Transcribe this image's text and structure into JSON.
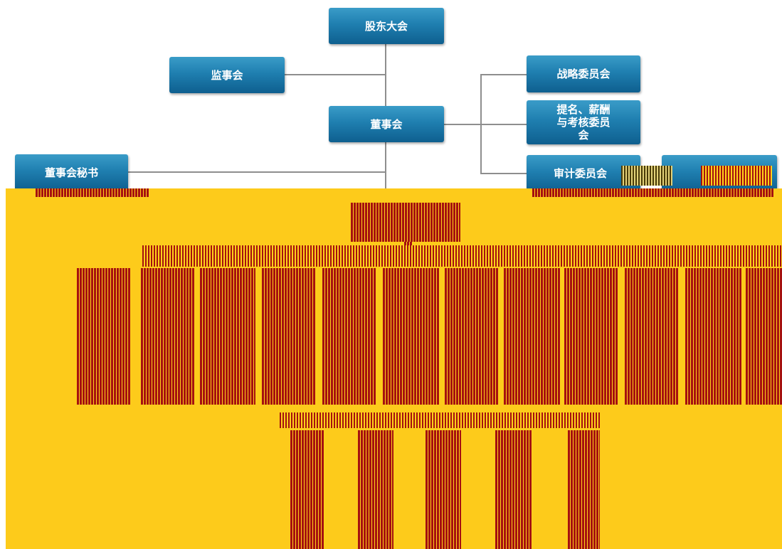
{
  "nodes": {
    "shareholders_meeting": "股东大会",
    "supervisory_board": "监事会",
    "board_of_directors": "董事会",
    "board_secretary": "董事会秘书",
    "strategy_committee": "战略委员会",
    "nomination_committee": "提名、薪酬与考核委员会",
    "audit_committee": "审计委员会"
  },
  "colors": {
    "node_top": "#3a9cc8",
    "node_bottom": "#0e5f8f",
    "connector": "#8e8e8e",
    "overlay_background": "#fdcb1b",
    "overlay_garble": "#a51010"
  }
}
